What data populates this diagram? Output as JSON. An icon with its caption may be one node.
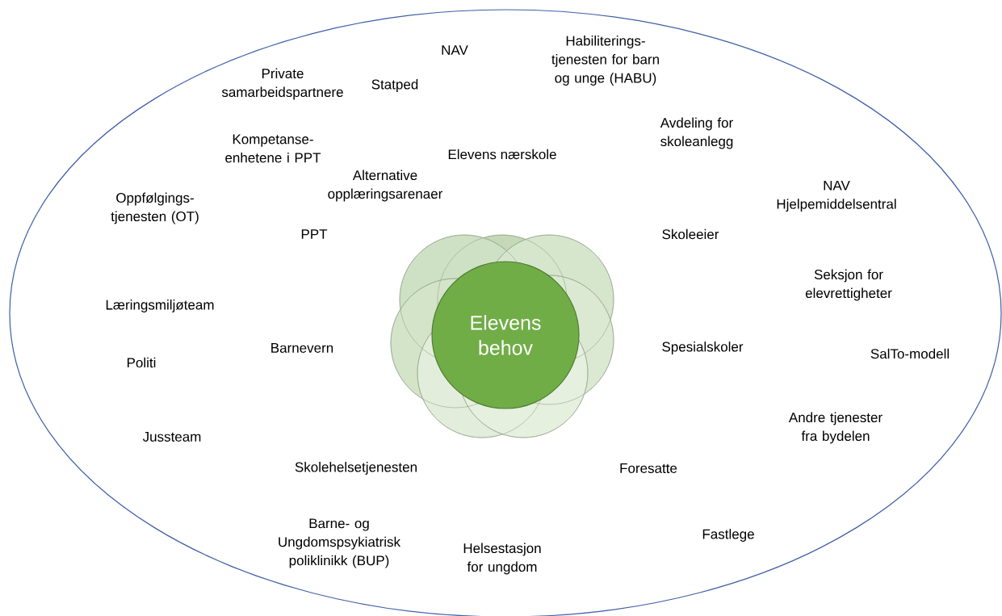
{
  "diagram": {
    "nodes": [
      {
        "text": [],
        "shape": "ellipse"
      },
      {
        "text": [
          "Elevens behov"
        ],
        "in": 0
      }
    ],
    "labels": [
      "NAV",
      "Habiliterings- tjenesten for barn og unge (HABU)",
      "Private samarbeidspartnere",
      "Statped",
      "Avdeling for skoleanlegg",
      "Kompetanse- enhetene i PPT",
      "Elevens nærskole",
      "Alternative opplæringsarenaer",
      "Oppfølgings- tjenesten (OT)",
      "NAV Hjelpemiddelsentral",
      "PPT",
      "Skoleeier",
      "Seksjon for elevrettigheter",
      "Læringsmiljøteam",
      "Barnevern",
      "Spesialskoler",
      "SalTo-modell",
      "Politi",
      "Andre tjenester fra bydelen",
      "Jussteam",
      "Skolehelsetjenesten",
      "Foresatte",
      "Fastlege",
      "Barne- og Ungdomspsykiatrisk poliklinikk (BUP)",
      "Helsestasjon for ungdom"
    ]
  }
}
